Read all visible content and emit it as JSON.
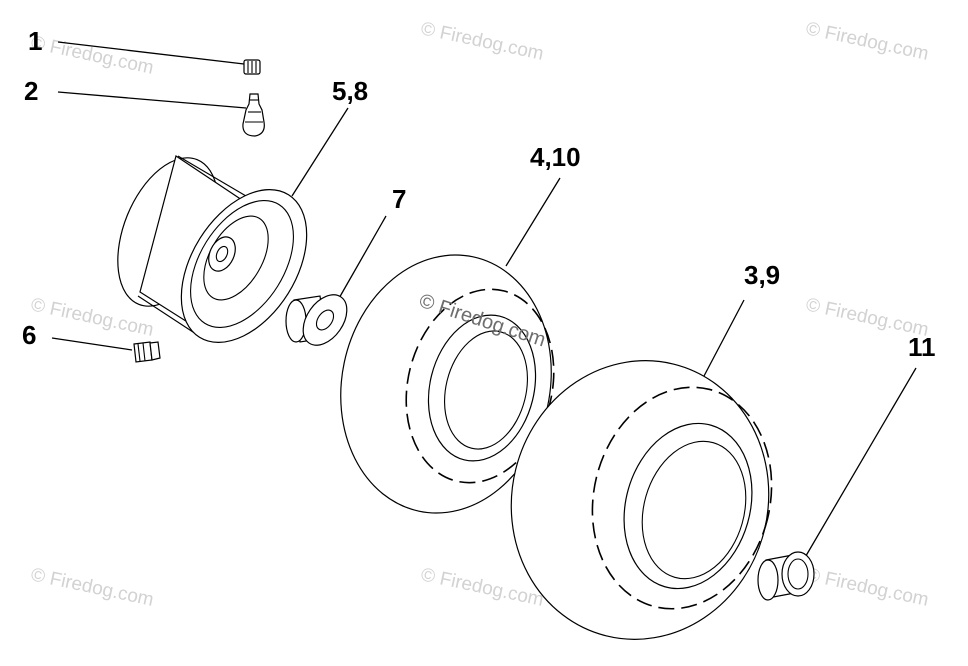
{
  "callouts": {
    "c1": "1",
    "c2": "2",
    "c58": "5,8",
    "c7": "7",
    "c410": "4,10",
    "c39": "3,9",
    "c6": "6",
    "c11": "11"
  },
  "watermark": {
    "text": "© Firedog.com"
  },
  "colors": {
    "line": "#000000",
    "watermark": "#d2d2d2",
    "background": "#ffffff"
  }
}
